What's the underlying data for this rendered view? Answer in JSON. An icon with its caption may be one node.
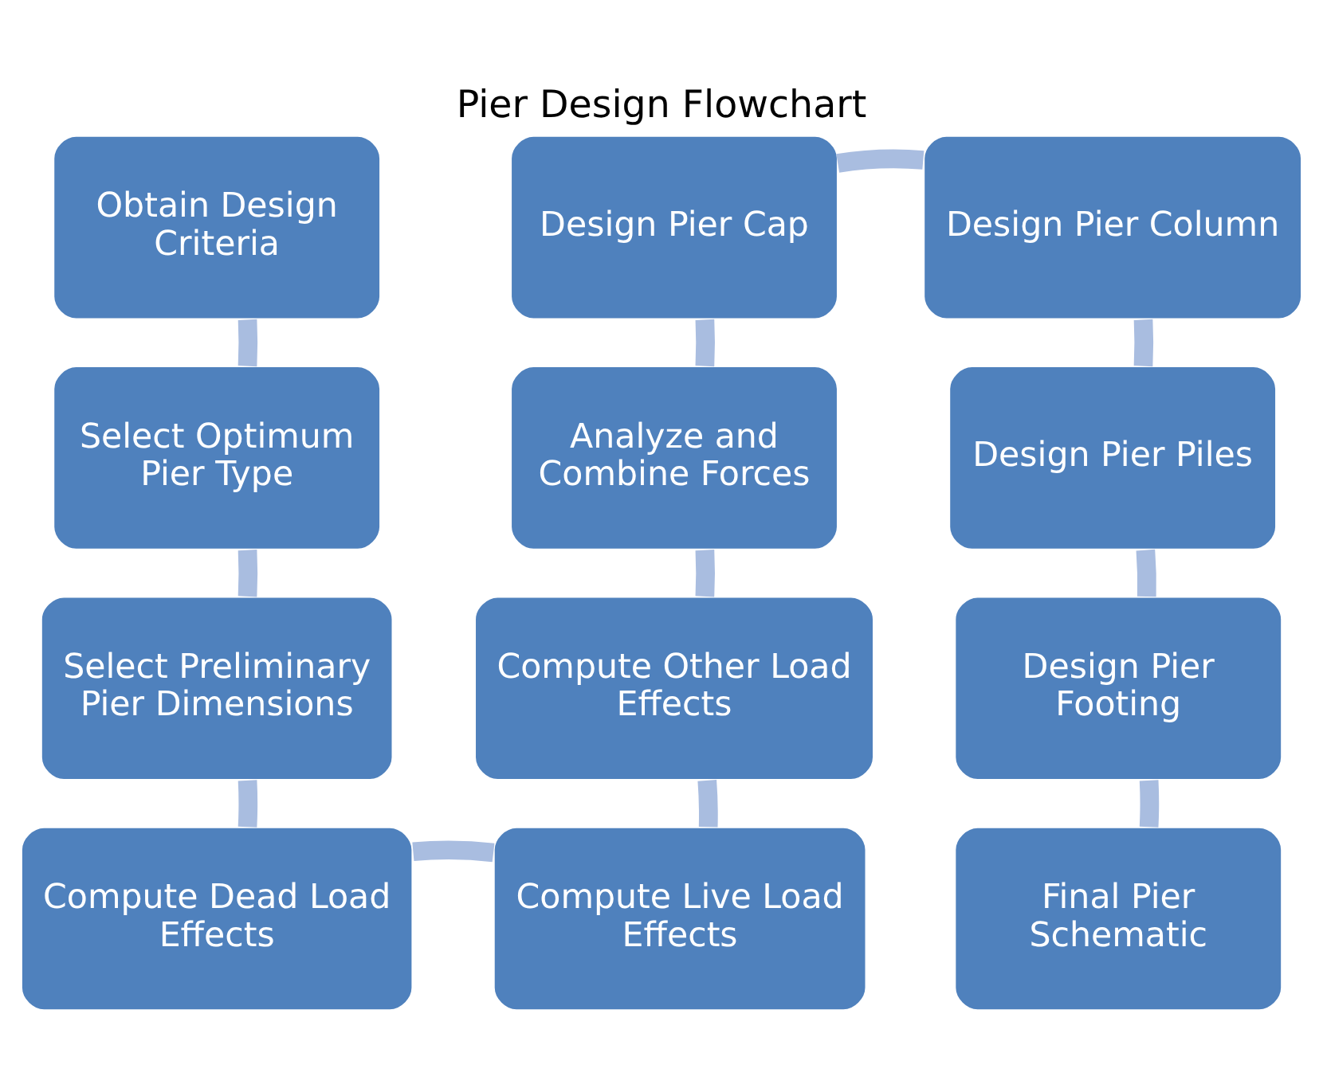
{
  "diagram": {
    "title": "Pier Design Flowchart",
    "nodes": [
      {
        "text": [
          "Obtain Design Criteria"
        ]
      },
      {
        "text": [
          "Design Pier Cap"
        ]
      },
      {
        "text": [
          "Design Pier Column"
        ]
      },
      {
        "text": [
          "Select Optimum Pier Type"
        ]
      },
      {
        "text": [
          "Analyze and Combine Forces"
        ]
      },
      {
        "text": [
          "Design Pier Piles"
        ]
      },
      {
        "text": [
          "Select Preliminary Pier Dimensions"
        ]
      },
      {
        "text": [
          "Compute Other Load Effects"
        ]
      },
      {
        "text": [
          "Design Pier Footing"
        ]
      },
      {
        "text": [
          "Compute Dead Load Effects"
        ]
      },
      {
        "text": [
          "Compute Live Load Effects"
        ]
      },
      {
        "text": [
          "Final Pier Schematic"
        ]
      }
    ],
    "edges": [
      {
        "from": 0,
        "to": 3,
        "arrow": "none"
      },
      {
        "from": 3,
        "to": 6,
        "arrow": "none"
      },
      {
        "from": 6,
        "to": 9,
        "arrow": "none"
      },
      {
        "from": 9,
        "to": 10,
        "arrow": "none"
      },
      {
        "from": 10,
        "to": 7,
        "arrow": "none"
      },
      {
        "from": 7,
        "to": 4,
        "arrow": "none"
      },
      {
        "from": 4,
        "to": 1,
        "arrow": "none"
      },
      {
        "from": 1,
        "to": 2,
        "arrow": "none"
      },
      {
        "from": 2,
        "to": 5,
        "arrow": "none"
      },
      {
        "from": 5,
        "to": 8,
        "arrow": "none"
      },
      {
        "from": 8,
        "to": 11,
        "arrow": "none"
      }
    ]
  }
}
